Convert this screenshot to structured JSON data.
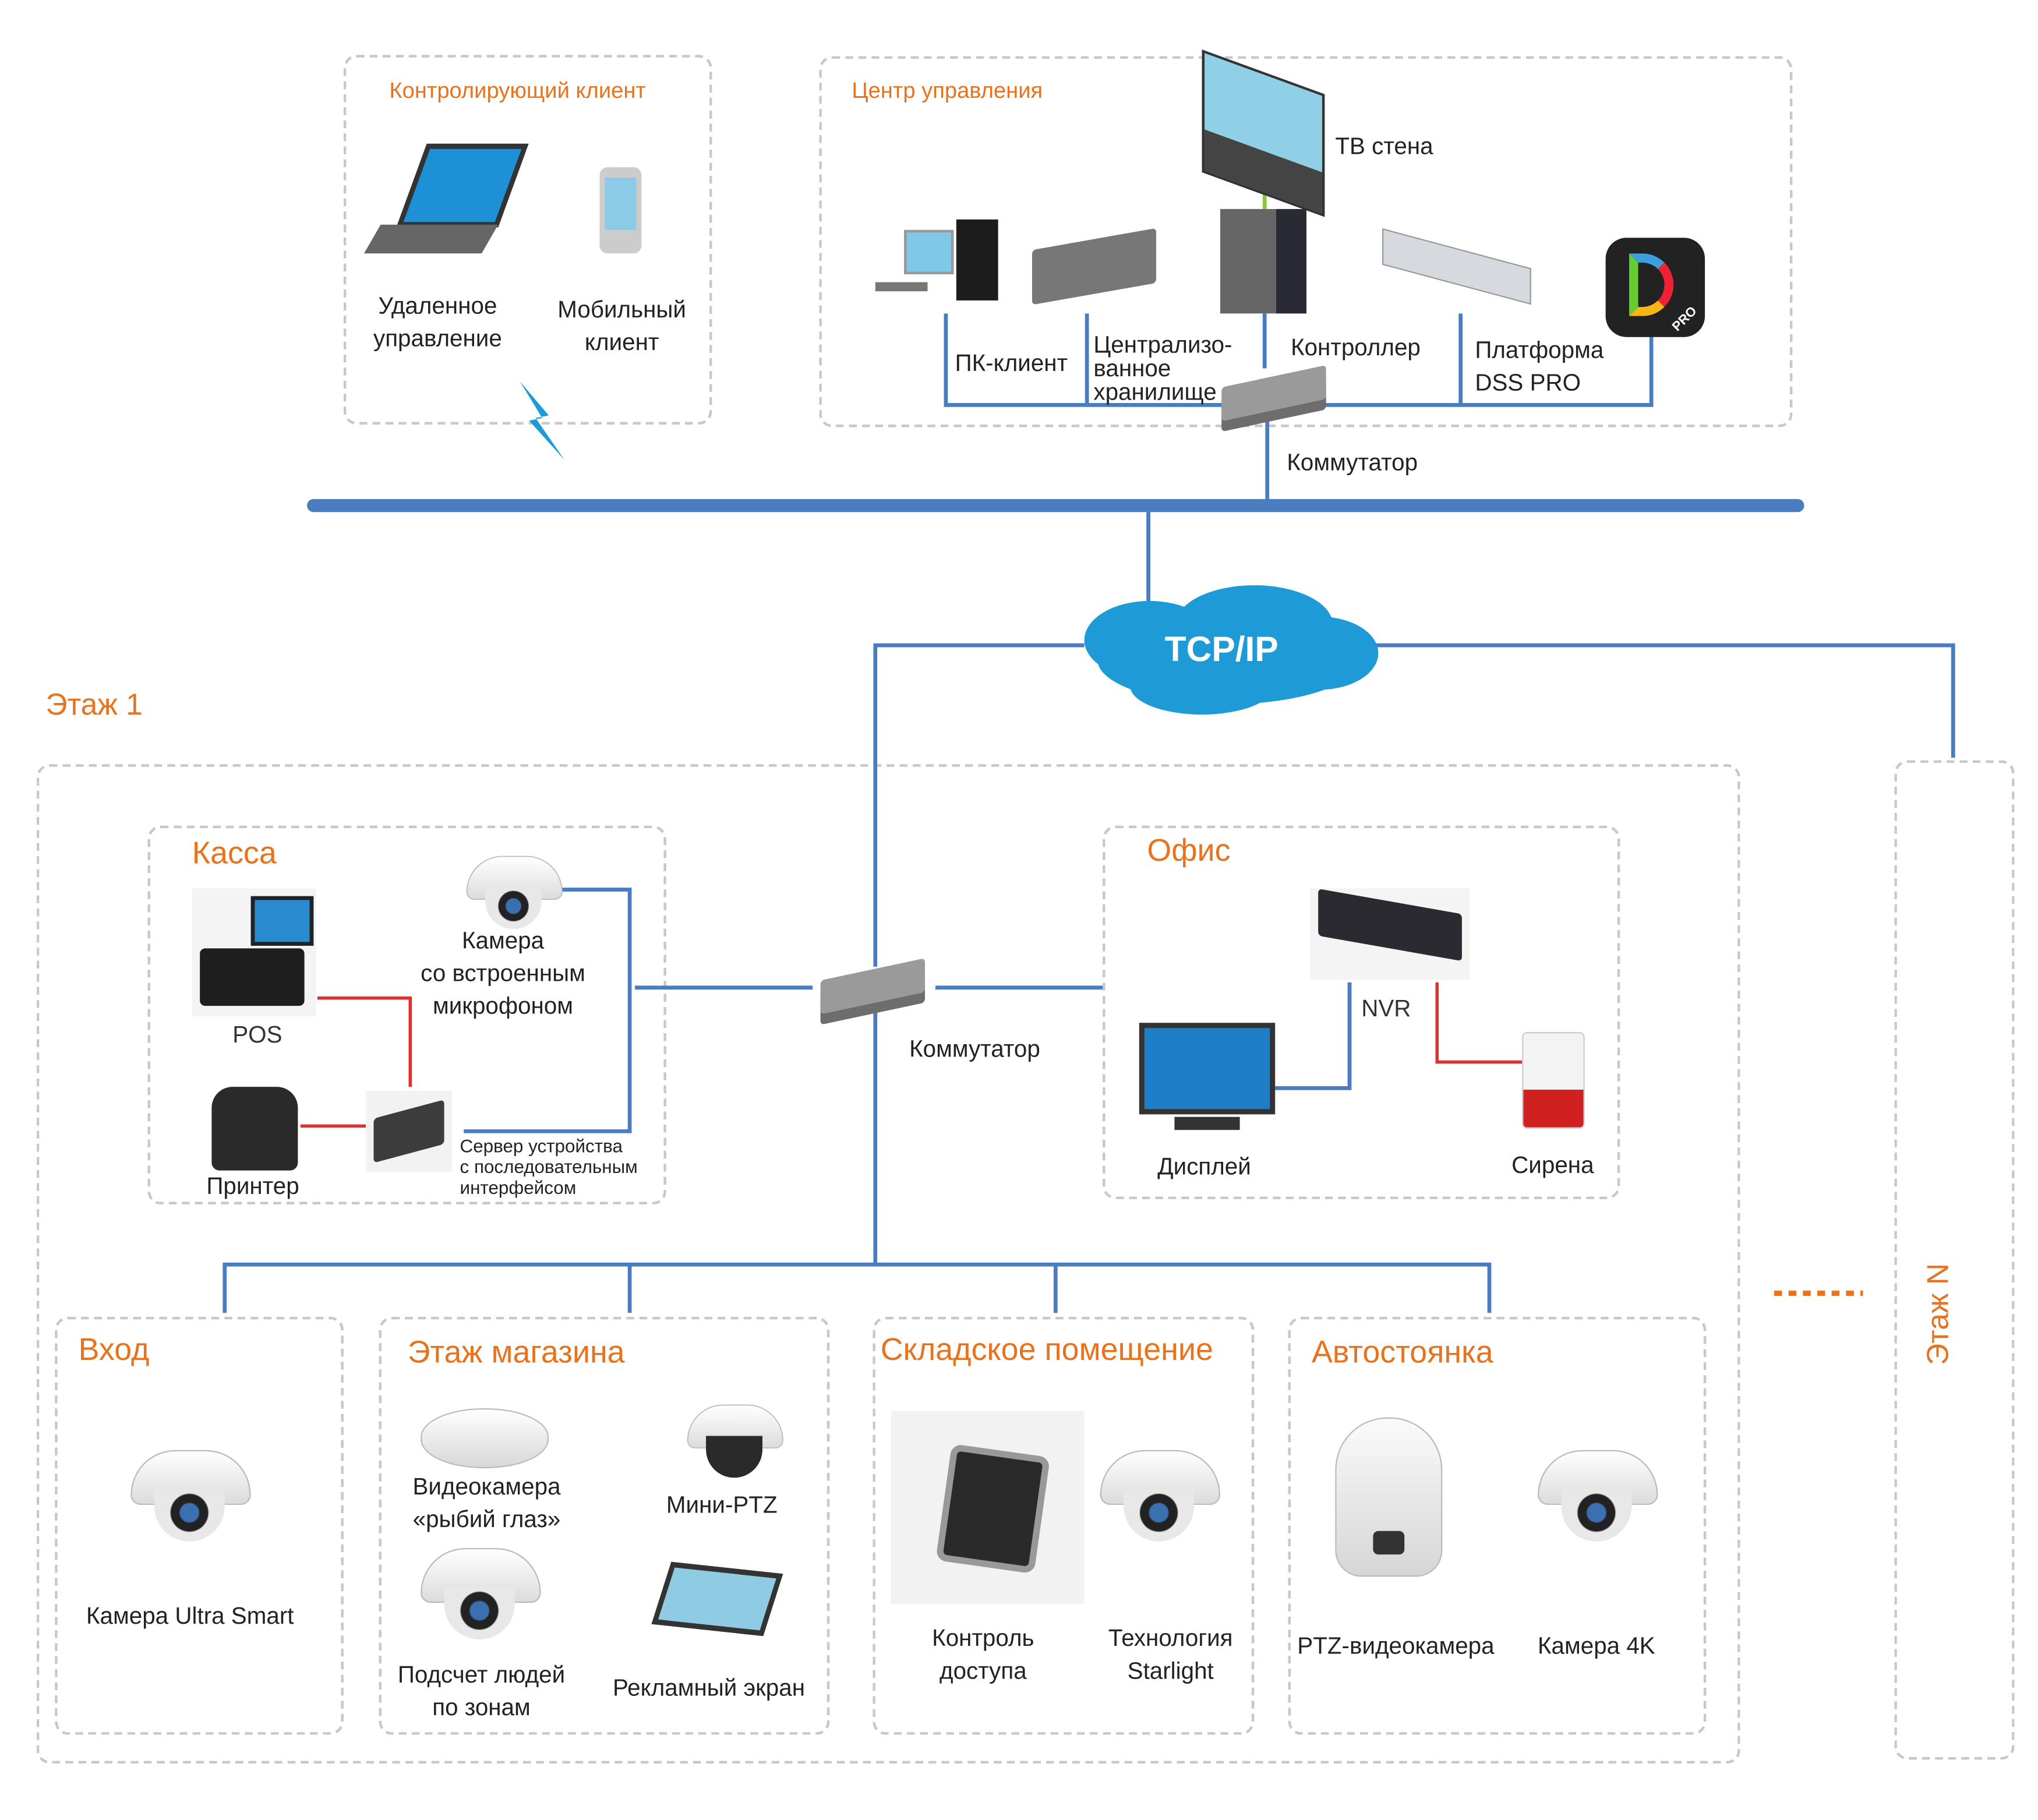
{
  "colors": {
    "accent": "#e8731e",
    "line": "#4a7cc0",
    "red_line": "#e03030",
    "cloud": "#1e9ad6",
    "bus": "#4a7cc0"
  },
  "control_client": {
    "title": "Контролирующий клиент",
    "remote": [
      "Удаленное",
      "управление"
    ],
    "mobile": [
      "Мобильный",
      "клиент"
    ]
  },
  "center": {
    "title": "Центр управления",
    "tv_wall": "ТВ стена",
    "pc_client": "ПК-клиент",
    "storage": [
      "Централизо-",
      "ванное",
      "хранилище"
    ],
    "controller": "Контроллер",
    "platform": [
      "Платформа",
      "DSS PRO"
    ],
    "switch": "Коммутатор",
    "app_badge": "PRO"
  },
  "network": {
    "cloud": "TCP/IP"
  },
  "floor1": {
    "title": "Этаж 1",
    "switch": "Коммутатор"
  },
  "floorN": {
    "title": "Этаж N",
    "ellipsis": "......"
  },
  "kassa": {
    "title": "Касса",
    "pos": "POS",
    "camera": [
      "Камера",
      "со встроенным",
      "микрофоном"
    ],
    "printer": "Принтер",
    "serial_server": [
      "Сервер устройства",
      "с последовательным",
      "интерфейсом"
    ]
  },
  "office": {
    "title": "Офис",
    "nvr": "NVR",
    "display": "Дисплей",
    "siren": "Сирена"
  },
  "entrance": {
    "title": "Вход",
    "camera": "Камера Ultra Smart"
  },
  "shop": {
    "title": "Этаж магазина",
    "fisheye": [
      "Видеокамера",
      "«рыбий глаз»"
    ],
    "mini_ptz": "Мини-PTZ",
    "people_count": [
      "Подсчет людей",
      "по зонам"
    ],
    "ad_screen": "Рекламный экран"
  },
  "warehouse": {
    "title": "Складское помещение",
    "access": [
      "Контроль",
      "доступа"
    ],
    "starlight": [
      "Технология",
      "Starlight"
    ]
  },
  "parking": {
    "title": "Автостоянка",
    "ptz": "PTZ-видеокамера",
    "cam4k": "Камера 4K"
  }
}
